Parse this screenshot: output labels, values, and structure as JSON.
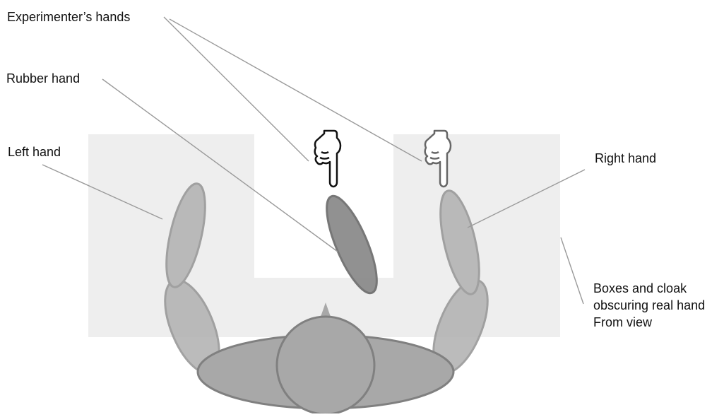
{
  "labels": {
    "experimenter_hands": "Experimenter’s hands",
    "rubber_hand": "Rubber hand",
    "left_hand": "Left hand",
    "right_hand": "Right hand",
    "boxes_lines": [
      "Boxes and cloak",
      "obscuring real hand",
      "From view"
    ]
  },
  "colors": {
    "box_fill": "#eeeeee",
    "limb_fill": "#b4b4b4",
    "limb_stroke": "#989898",
    "rubber_fill": "#8c8c8c",
    "rubber_stroke": "#707070",
    "body_fill": "#a8a8a8",
    "body_stroke": "#808080",
    "leader_line": "#9a9a9a"
  },
  "icons": {
    "experimenter_left": "pointing-hand-icon",
    "experimenter_right": "pointing-hand-icon"
  }
}
